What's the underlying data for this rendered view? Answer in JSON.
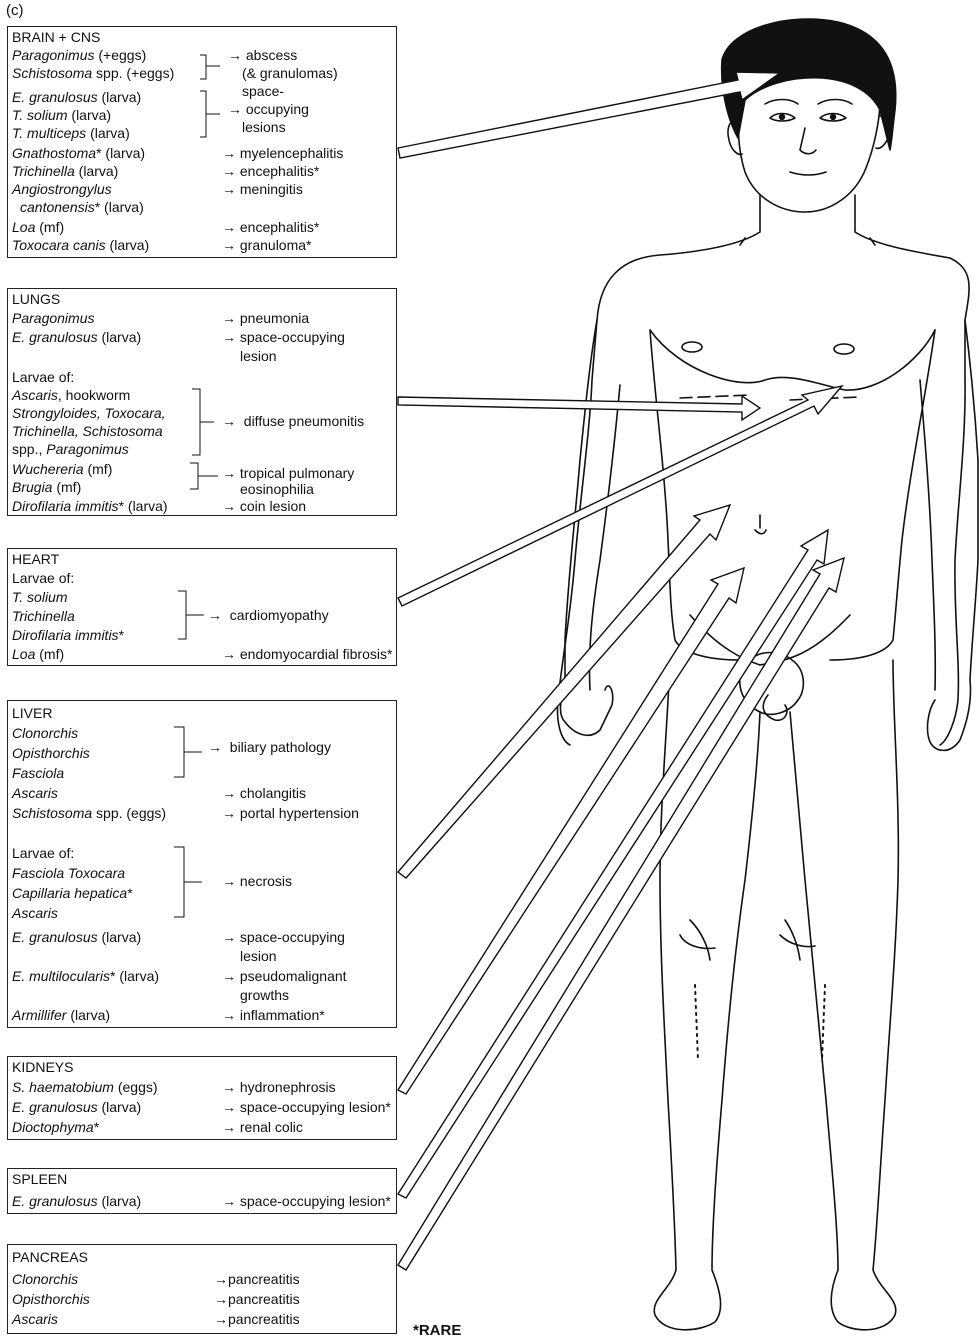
{
  "figure_label": "(c)",
  "footnote": "*RARE",
  "brain": {
    "title": "BRAIN + CNS",
    "r1": {
      "org": "Paragonimus",
      "suffix": " (+eggs)"
    },
    "r2": {
      "org": "Schistosoma",
      "suffix": " spp. (+eggs)"
    },
    "res1a": "abscess",
    "res1b": "(& granulomas)",
    "r3": {
      "org": "E. granulosus",
      "suffix": " (larva)"
    },
    "r4": {
      "org": "T. solium",
      "suffix": " (larva)"
    },
    "r5": {
      "org": "T. multiceps",
      "suffix": " (larva)"
    },
    "res2a": "space-",
    "res2b": "occupying",
    "res2c": "lesions",
    "r6": {
      "org": "Gnathostoma",
      "suffix": "* (larva)",
      "res": "myelencephalitis"
    },
    "r7": {
      "org": "Trichinella",
      "suffix": " (larva)",
      "res": "encephalitis*"
    },
    "r8": {
      "org": "Angiostrongylus",
      "suffix": "",
      "res": "meningitis"
    },
    "r8b": {
      "org": "cantonensis",
      "suffix": "* (larva)"
    },
    "r9": {
      "org": "Loa",
      "suffix": " (mf)",
      "res": "encephalitis*"
    },
    "r10": {
      "org": "Toxocara canis",
      "suffix": " (larva)",
      "res": "granuloma*"
    }
  },
  "lungs": {
    "title": "LUNGS",
    "r1": {
      "org": "Paragonimus",
      "res": "pneumonia"
    },
    "r2": {
      "org": "E. granulosus",
      "suffix": " (larva)",
      "res": "space-occupying",
      "res2": "lesion"
    },
    "larvae": "Larvae of:",
    "l1a": "Ascaris",
    "l1b": ", hookworm",
    "l2": "Strongyloides, Toxocara,",
    "l3": "Trichinella, Schistosoma",
    "l4a": "spp., ",
    "l4b": "Paragonimus",
    "res3": "diffuse pneumonitis",
    "w1": "Wuchereria",
    "w1s": " (mf)",
    "w2": "Brugia",
    "w2s": " (mf)",
    "res4a": "tropical pulmonary",
    "res4b": "eosinophilia",
    "d1": "Dirofilaria immitis",
    "d1s": "* (larva)",
    "res5": "coin lesion"
  },
  "heart": {
    "title": "HEART",
    "larvae": "Larvae of:",
    "o1": "T. solium",
    "o2": "Trichinella",
    "o3": "Dirofilaria immitis",
    "o3s": "*",
    "res1": "cardiomyopathy",
    "o4": "Loa",
    "o4s": " (mf)",
    "res2": "endomyocardial fibrosis*"
  },
  "liver": {
    "title": "LIVER",
    "o1": "Clonorchis",
    "o2": "Opisthorchis",
    "o3": "Fasciola",
    "res1": "biliary pathology",
    "o4": "Ascaris",
    "res2": "cholangitis",
    "o5": "Schistosoma",
    "o5s": " spp. (eggs)",
    "res3": "portal hypertension",
    "larvae": "Larvae of:",
    "o6": "Fasciola Toxocara",
    "o7": "Capillaria hepatica",
    "o7s": "*",
    "o8": "Ascaris",
    "res4": "necrosis",
    "o9": "E. granulosus",
    "o9s": " (larva)",
    "res5a": "space-occupying",
    "res5b": "lesion",
    "o10": "E. multilocularis",
    "o10s": "* (larva)",
    "res6a": "pseudomalignant",
    "res6b": "growths",
    "o11": "Armillifer",
    "o11s": " (larva)",
    "res7": "inflammation*"
  },
  "kidneys": {
    "title": "KIDNEYS",
    "o1": "S. haematobium",
    "o1s": " (eggs)",
    "res1": "hydronephrosis",
    "o2": "E. granulosus",
    "o2s": " (larva)",
    "res2": "space-occupying lesion*",
    "o3": "Dioctophyma",
    "o3s": "*",
    "res3": "renal colic"
  },
  "spleen": {
    "title": "SPLEEN",
    "o1": "E. granulosus",
    "o1s": " (larva)",
    "res1": "space-occupying lesion*"
  },
  "pancreas": {
    "title": "PANCREAS",
    "o1": "Clonorchis",
    "res1": "pancreatitis",
    "o2": "Opisthorchis",
    "res2": "pancreatitis",
    "o3": "Ascaris",
    "res3": "pancreatitis"
  },
  "arrow_symbol": "→"
}
